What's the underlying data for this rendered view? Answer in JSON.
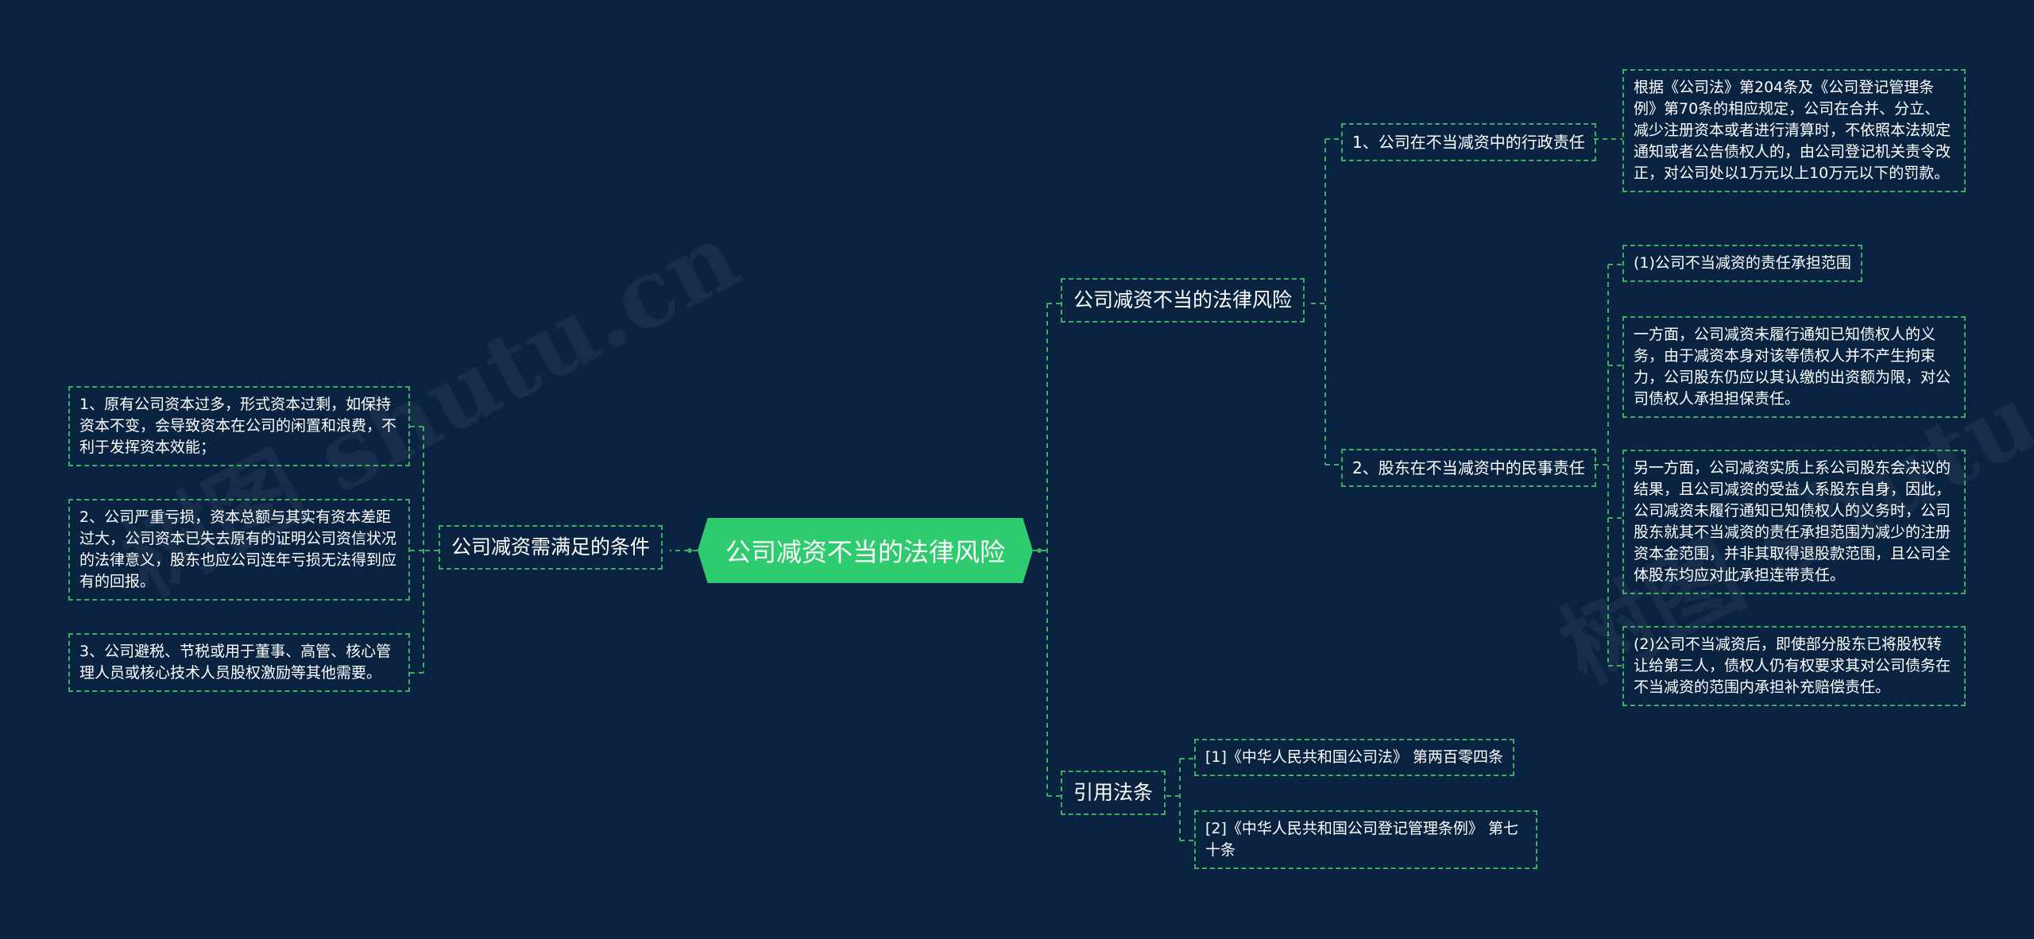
{
  "watermark": "树图 shutu.cn",
  "root": "公司减资不当的法律风险",
  "branches": {
    "risk": "公司减资不当的法律风险",
    "conditions": "公司减资需满足的条件",
    "citations": "引用法条"
  },
  "risk_children": {
    "admin": {
      "label": "1、公司在不当减资中的行政责任",
      "detail": "根据《公司法》第204条及《公司登记管理条例》第70条的相应规定，公司在合并、分立、减少注册资本或者进行清算时，不依照本法规定通知或者公告债权人的，由公司登记机关责令改正，对公司处以1万元以上10万元以下的罚款。"
    },
    "civil": {
      "label": "2、股东在不当减资中的民事责任",
      "items": [
        "(1)公司不当减资的责任承担范围",
        "一方面，公司减资未履行通知已知债权人的义务，由于减资本身对该等债权人并不产生拘束力，公司股东仍应以其认缴的出资额为限，对公司债权人承担担保责任。",
        "另一方面，公司减资实质上系公司股东会决议的结果，且公司减资的受益人系股东自身，因此，公司减资未履行通知已知债权人的义务时，公司股东就其不当减资的责任承担范围为减少的注册资本金范围，并非其取得退股款范围，且公司全体股东均应对此承担连带责任。",
        "(2)公司不当减资后，即使部分股东已将股权转让给第三人，债权人仍有权要求其对公司债务在不当减资的范围内承担补充赔偿责任。"
      ]
    }
  },
  "conditions_items": [
    "1、原有公司资本过多，形式资本过剩，如保持资本不变，会导致资本在公司的闲置和浪费，不利于发挥资本效能；",
    "2、公司严重亏损，资本总额与其实有资本差距过大，公司资本已失去原有的证明公司资信状况的法律意义，股东也应公司连年亏损无法得到应有的回报。",
    "3、公司避税、节税或用于董事、高管、核心管理人员或核心技术人员股权激励等其他需要。"
  ],
  "citations_items": [
    "[1]《中华人民共和国公司法》 第两百零四条",
    "[2]《中华人民共和国公司登记管理条例》 第七十条"
  ],
  "colors": {
    "background": "#0a2340",
    "root_fill": "#2ecc6f",
    "line": "#3fae62",
    "text": "#ffffff"
  }
}
